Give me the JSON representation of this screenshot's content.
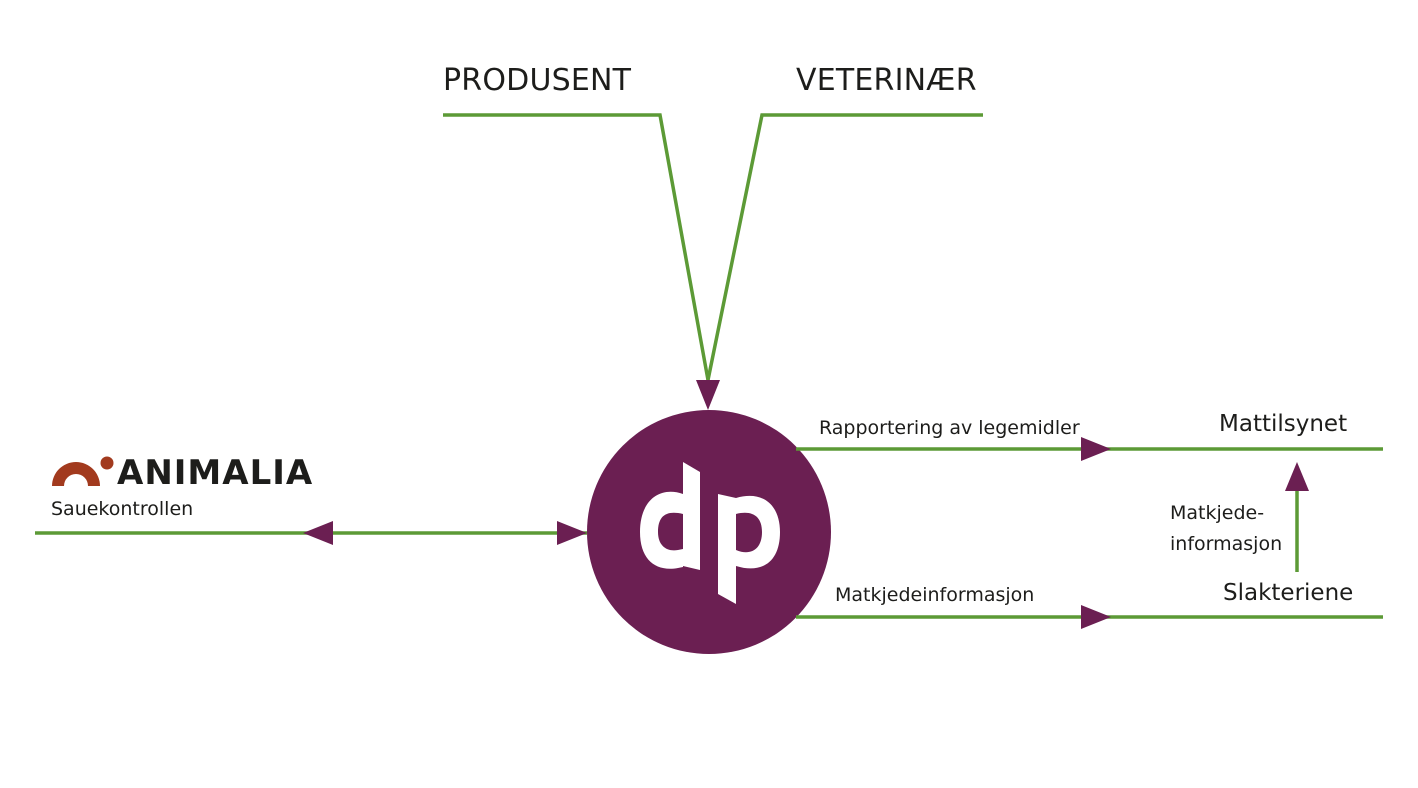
{
  "colors": {
    "line": "#5c9a36",
    "arrow": "#6b1f52",
    "hub": "#6b1f52",
    "hub_glyph": "#ffffff",
    "logo": "#a23a1e",
    "text": "#1d1d1b"
  },
  "nodes": {
    "produsent": "PRODUSENT",
    "veterinaer": "VETERINÆR",
    "animalia_logo_text": "ANIMALIA",
    "sauekontrollen": "Sauekontrollen",
    "mattilsynet": "Mattilsynet",
    "slakteriene": "Slakteriene"
  },
  "edges": {
    "rapportering": "Rapportering av legemidler",
    "matkjede_bottom": "Matkjedeinformasjon",
    "matkjede_vertical_line1": "Matkjede-",
    "matkjede_vertical_line2": "informasjon"
  },
  "hub": {
    "icon": "dp-logo-icon"
  },
  "logo": {
    "icon": "animalia-logo-icon"
  }
}
